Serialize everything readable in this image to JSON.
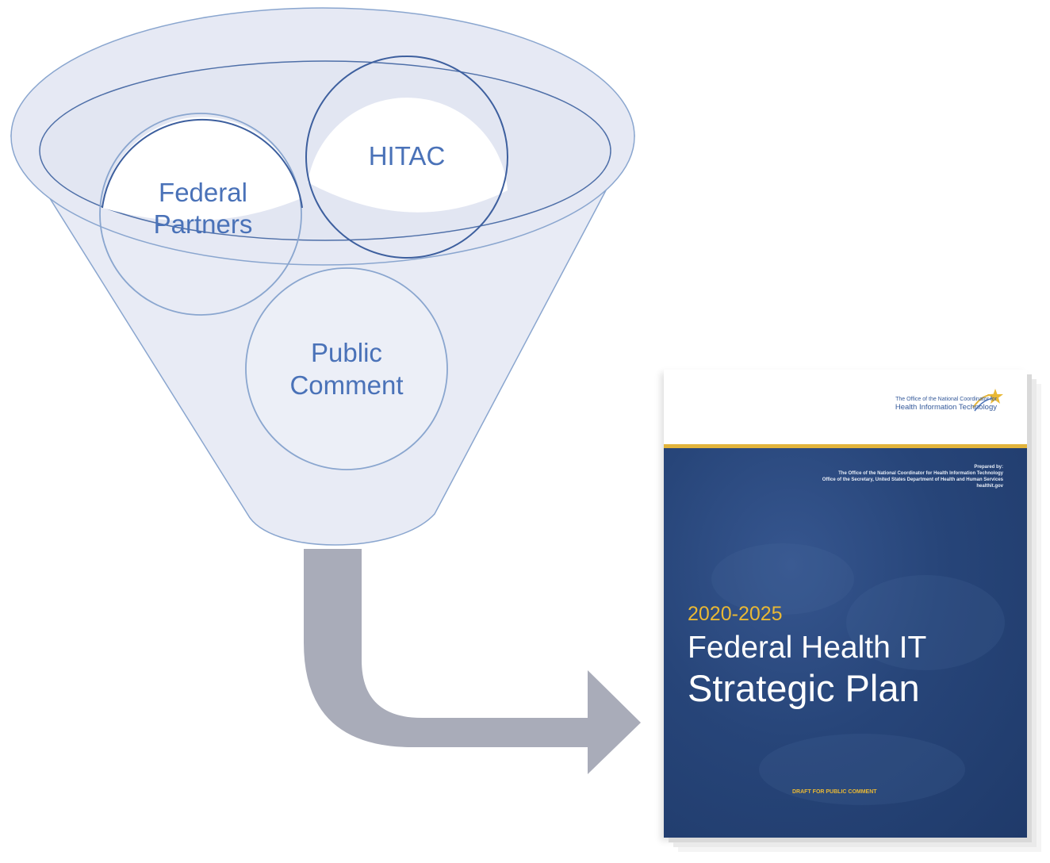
{
  "funnel": {
    "circles": {
      "federal_partners": [
        "Federal",
        "Partners"
      ],
      "hitac": "HITAC",
      "public_comment": [
        "Public",
        "Comment"
      ]
    }
  },
  "cover": {
    "org_line1": "The Office of the National Coordinator for",
    "org_line2": "Health Information Technology",
    "prepared_label": "Prepared by:",
    "prepared_line1": "The Office of the National Coordinator for Health Information Technology",
    "prepared_line2": "Office of the Secretary, United States Department of Health and Human Services",
    "prepared_line3": "healthit.gov",
    "years": "2020-2025",
    "title_line1": "Federal Health IT",
    "title_line2": "Strategic Plan",
    "draft_note": "DRAFT FOR PUBLIC COMMENT"
  },
  "colors": {
    "funnel_fill": "#e8ebf5",
    "funnel_stroke": "#8aa6cf",
    "circle_stroke_dark": "#3d5f9e",
    "circle_label": "#4a72b8",
    "arrow_fill": "#a9acb9",
    "cover_blue": "#274579",
    "cover_gold": "#e2b43c"
  }
}
